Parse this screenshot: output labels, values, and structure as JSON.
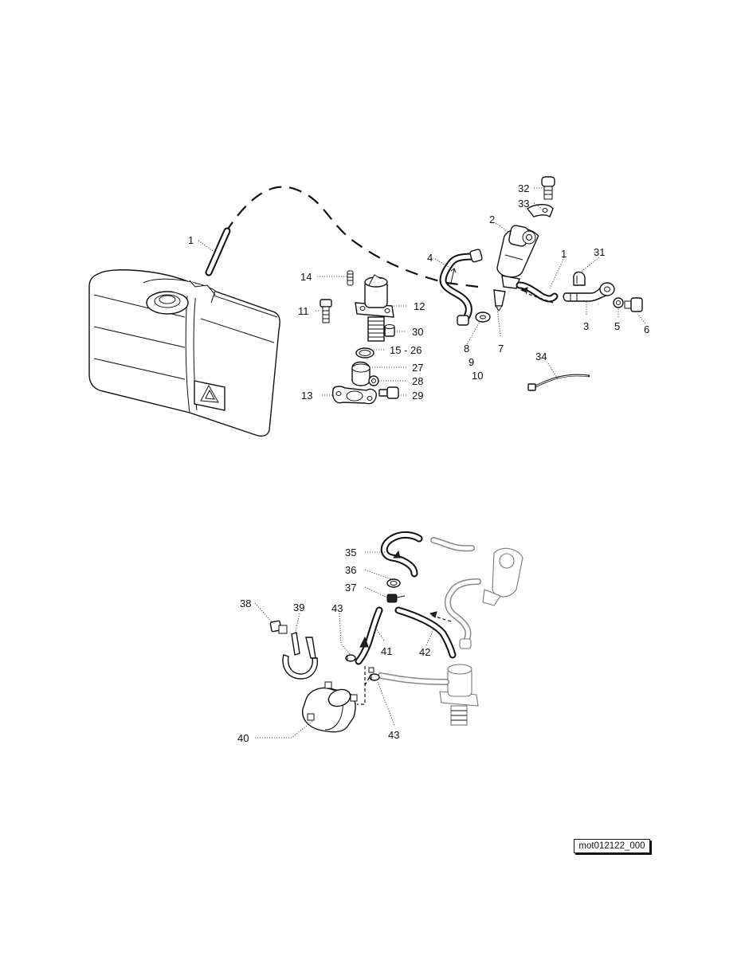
{
  "callouts": {
    "c1a": "1",
    "c1b": "1",
    "c2": "2",
    "c3": "3",
    "c4": "4",
    "c5": "5",
    "c6": "6",
    "c7": "7",
    "c8": "8",
    "c9": "9",
    "c10": "10",
    "c11": "11",
    "c12": "12",
    "c13": "13",
    "c14": "14",
    "c15_26": "15 - 26",
    "c27": "27",
    "c28": "28",
    "c29": "29",
    "c30": "30",
    "c31": "31",
    "c32": "32",
    "c33": "33",
    "c34": "34",
    "c35": "35",
    "c36": "36",
    "c37": "37",
    "c38": "38",
    "c39": "39",
    "c40": "40",
    "c41": "41",
    "c42": "42",
    "c43a": "43",
    "c43b": "43"
  },
  "reference_code": "mot012122_000"
}
